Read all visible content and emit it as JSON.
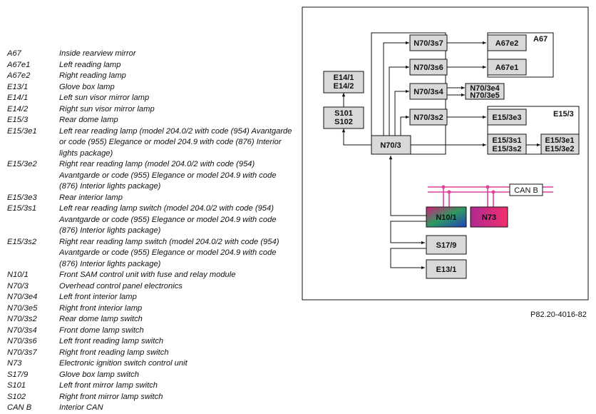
{
  "legend": [
    {
      "code": "A67",
      "desc": "Inside rearview mirror"
    },
    {
      "code": "A67e1",
      "desc": "Left reading lamp"
    },
    {
      "code": "A67e2",
      "desc": "Right reading lamp"
    },
    {
      "code": "E13/1",
      "desc": "Glove box lamp"
    },
    {
      "code": "E14/1",
      "desc": "Left sun visor mirror lamp"
    },
    {
      "code": "E14/2",
      "desc": "Right sun visor mirror lamp"
    },
    {
      "code": "E15/3",
      "desc": "Rear dome lamp"
    },
    {
      "code": "E15/3e1",
      "desc": "Left rear reading lamp (model 204.0/2 with code (954) Avantgarde or code (955) Elegance or model 204.9 with code (876) Interior lights package)"
    },
    {
      "code": "E15/3e2",
      "desc": "Right rear reading lamp (model 204.0/2 with code (954) Avantgarde or code (955) Elegance or model 204.9 with code (876) Interior lights package)"
    },
    {
      "code": "E15/3e3",
      "desc": "Rear interior lamp"
    },
    {
      "code": "E15/3s1",
      "desc": "Left rear reading lamp switch (model 204.0/2 with code (954) Avantgarde or code (955) Elegance or model 204.9 with code (876) Interior lights package)"
    },
    {
      "code": "E15/3s2",
      "desc": "Right rear reading lamp switch (model 204.0/2 with code (954) Avantgarde or code (955) Elegance or model 204.9 with code (876) Interior lights package)"
    },
    {
      "code": "N10/1",
      "desc": "Front SAM control unit with fuse and relay module"
    },
    {
      "code": "N70/3",
      "desc": "Overhead control panel electronics"
    },
    {
      "code": "N70/3e4",
      "desc": "Left front interior lamp"
    },
    {
      "code": "N70/3e5",
      "desc": "Right front interior lamp"
    },
    {
      "code": "N70/3s2",
      "desc": "Rear dome lamp switch"
    },
    {
      "code": "N70/3s4",
      "desc": "Front dome lamp switch"
    },
    {
      "code": "N70/3s6",
      "desc": "Left front reading lamp switch"
    },
    {
      "code": "N70/3s7",
      "desc": "Right front reading lamp switch"
    },
    {
      "code": "N73",
      "desc": "Electronic ignition switch control unit"
    },
    {
      "code": "S17/9",
      "desc": "Glove box lamp switch"
    },
    {
      "code": "S101",
      "desc": "Left front mirror lamp switch"
    },
    {
      "code": "S102",
      "desc": "Right front mirror lamp switch"
    },
    {
      "code": "CAN B",
      "desc": "Interior CAN"
    }
  ],
  "diagram": {
    "n70_3s7": "N70/3s7",
    "n70_3s6": "N70/3s6",
    "n70_3s4": "N70/3s4",
    "n70_3s2": "N70/3s2",
    "n70_3": "N70/3",
    "a67e2": "A67e2",
    "a67e1": "A67e1",
    "a67": "A67",
    "n70_3e4": "N70/3e4",
    "n70_3e5": "N70/3e5",
    "e14_1": "E14/1",
    "e14_2": "E14/2",
    "s101": "S101",
    "s102": "S102",
    "e15_3e3": "E15/3e3",
    "e15_3": "E15/3",
    "e15_3s1": "E15/3s1",
    "e15_3s2": "E15/3s2",
    "e15_3e1": "E15/3e1",
    "e15_3e2": "E15/3e2",
    "n10_1": "N10/1",
    "n73": "N73",
    "can_b": "CAN B",
    "s17_9": "S17/9",
    "e13_1": "E13/1"
  },
  "reference": "P82.20-4016-82",
  "colors": {
    "can_bus": "#e0409a",
    "n10_gradient": [
      "#d0207a",
      "#2d9a60",
      "#2040c0"
    ],
    "n73_gradient": [
      "#c03090",
      "#f03070"
    ]
  }
}
